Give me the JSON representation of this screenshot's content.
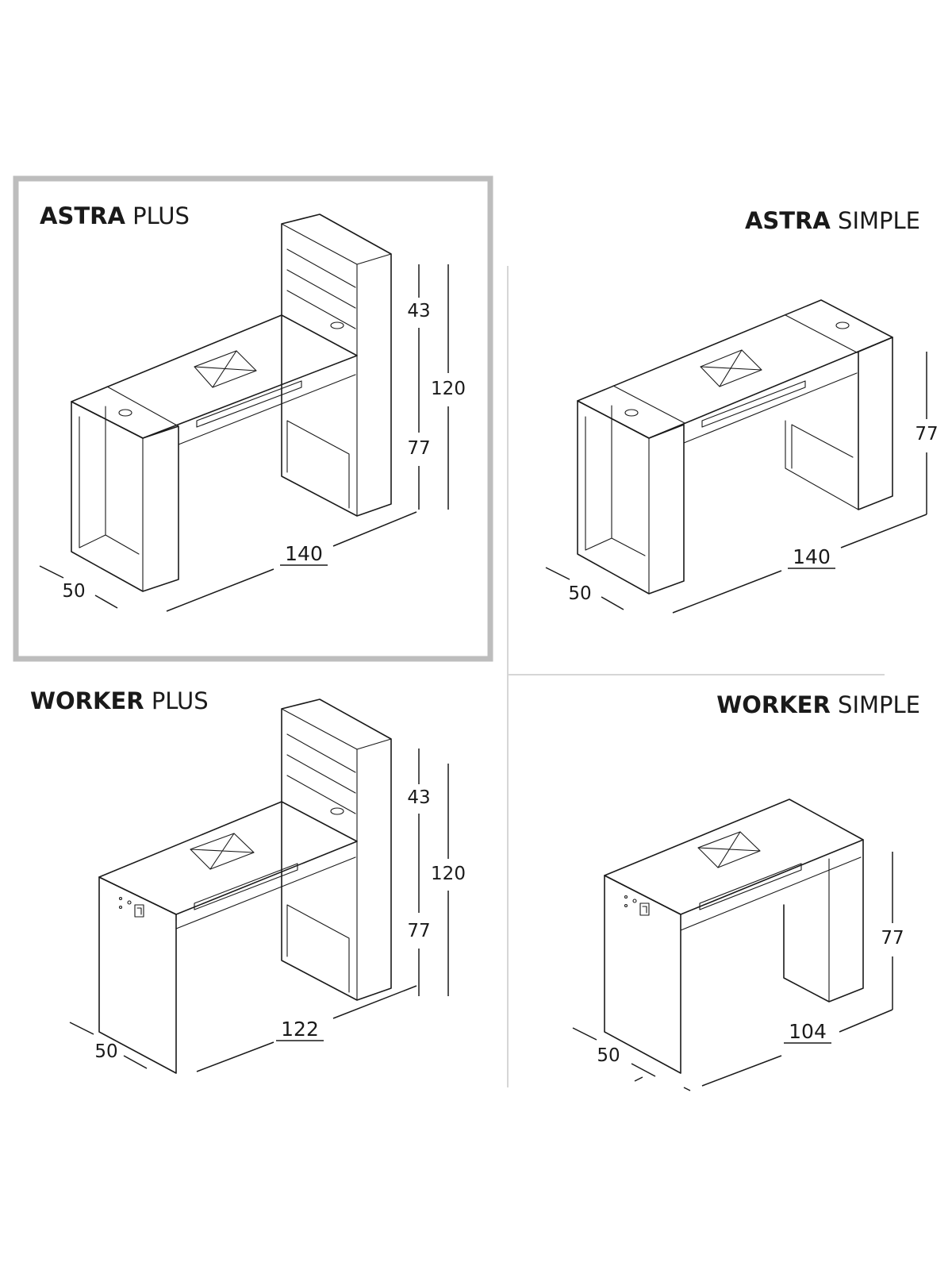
{
  "colors": {
    "line": "#1a1a1a",
    "frame": "#bdbdbd",
    "divider": "#d6d6d6",
    "background": "#ffffff"
  },
  "panels": [
    {
      "id": "astra-plus",
      "title_bold": "ASTRA",
      "title_regular": "PLUS",
      "highlighted": true,
      "dims": {
        "depth": "50",
        "width": "140",
        "shelf_height": "43",
        "desk_height": "77",
        "total_height": "120"
      }
    },
    {
      "id": "astra-simple",
      "title_bold": "ASTRA",
      "title_regular": "SIMPLE",
      "highlighted": false,
      "dims": {
        "depth": "50",
        "width": "140",
        "desk_height": "77"
      }
    },
    {
      "id": "worker-plus",
      "title_bold": "WORKER",
      "title_regular": "PLUS",
      "highlighted": false,
      "dims": {
        "depth": "50",
        "width": "122",
        "shelf_height": "43",
        "desk_height": "77",
        "total_height": "120"
      }
    },
    {
      "id": "worker-simple",
      "title_bold": "WORKER",
      "title_regular": "SIMPLE",
      "highlighted": false,
      "dims": {
        "depth": "50",
        "width": "104",
        "desk_height": "77"
      }
    }
  ]
}
